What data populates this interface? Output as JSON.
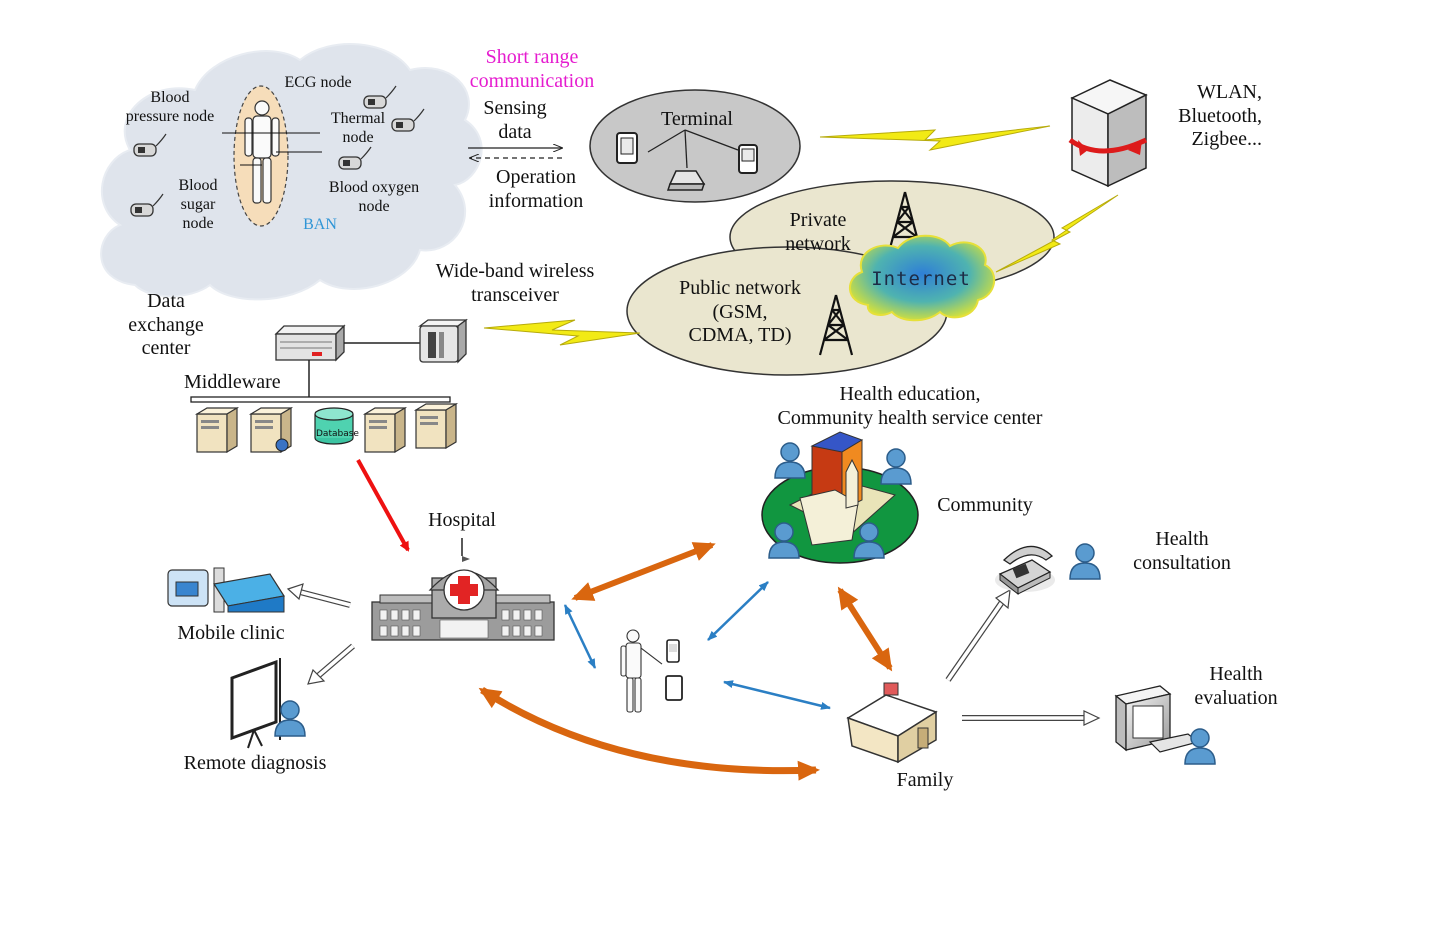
{
  "ban": {
    "blood_pressure": [
      "Blood",
      "pressure node"
    ],
    "ecg": "ECG node",
    "thermal": [
      "Thermal",
      "node"
    ],
    "blood_sugar": [
      "Blood",
      "sugar",
      "node"
    ],
    "blood_oxygen": [
      "Blood oxygen",
      "node"
    ],
    "label": "BAN"
  },
  "link": {
    "short_range": [
      "Short range",
      "communication"
    ],
    "sensing": [
      "Sensing",
      "data"
    ],
    "operation": [
      "Operation",
      "information"
    ]
  },
  "terminal": {
    "label": "Terminal"
  },
  "wlan": [
    "WLAN,",
    "Bluetooth,",
    "Zigbee..."
  ],
  "networks": {
    "private": [
      "Private",
      "network"
    ],
    "internet": "Internet",
    "public": [
      "Public network",
      "(GSM,",
      "CDMA, TD)"
    ]
  },
  "transceiver": [
    "Wide-band wireless",
    "transceiver"
  ],
  "data_center": [
    "Data",
    "exchange",
    "center"
  ],
  "middleware": "Middleware",
  "database": "Database",
  "hospital": "Hospital",
  "mobile_clinic": "Mobile clinic",
  "remote_diagnosis": "Remote diagnosis",
  "community_title": [
    "Health education,",
    "Community health service center"
  ],
  "community": "Community",
  "health_consultation": [
    "Health",
    "consultation"
  ],
  "health_evaluation": [
    "Health",
    "evaluation"
  ],
  "family": "Family",
  "colors": {
    "red_arrow": "#ee1111",
    "orange_arrow": "#d9660f",
    "blue_arrow": "#2b7fc4",
    "lightning": "#f2ea15",
    "network_ellipse": "#eae6cf",
    "terminal_ellipse": "#c8c8c8",
    "cloud": "#dfe4ec",
    "person": "#5a9bd0",
    "highlight": "#e51ccf"
  }
}
